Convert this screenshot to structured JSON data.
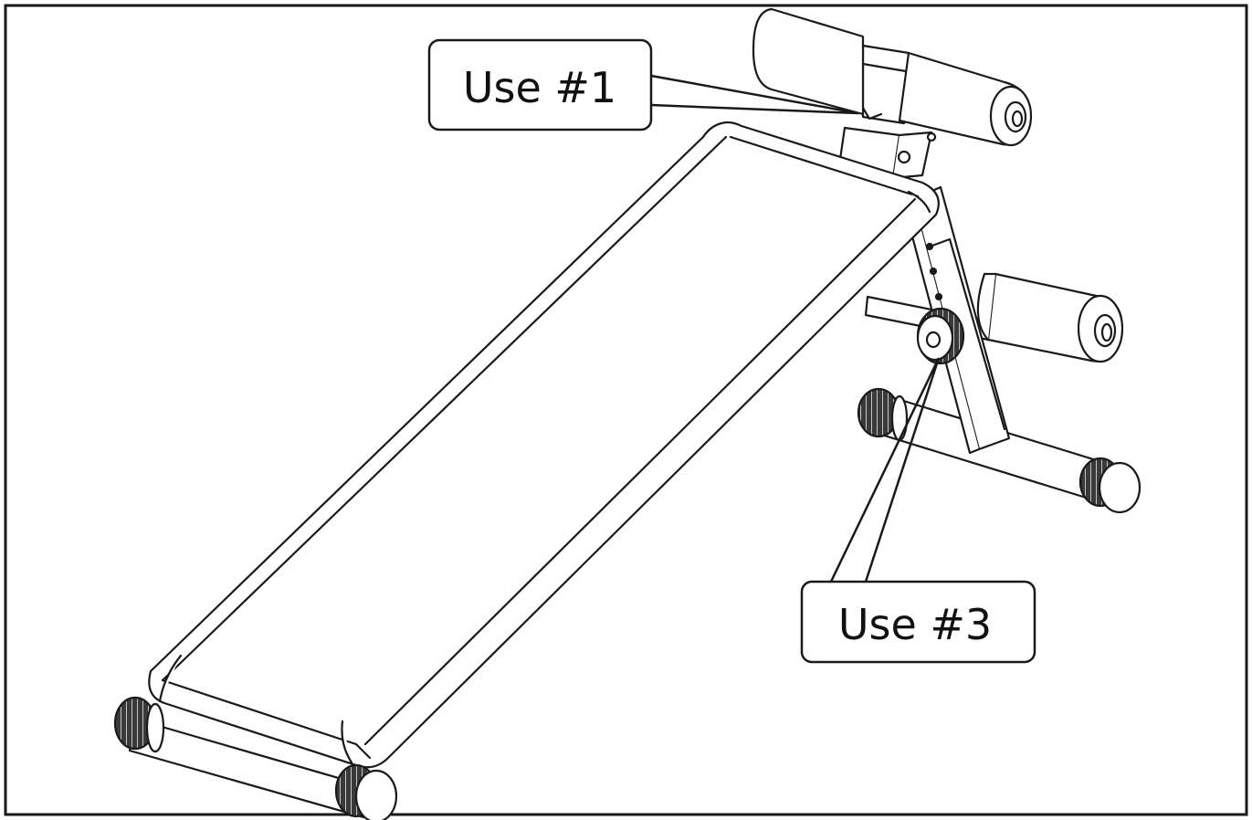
{
  "diagram": {
    "callouts": [
      {
        "id": "use-1",
        "label": "Use #1"
      },
      {
        "id": "use-3",
        "label": "Use #3"
      }
    ],
    "colors": {
      "line": "#1a1a1a",
      "fill": "#ffffff",
      "knurl": "#2a2a2a"
    }
  }
}
